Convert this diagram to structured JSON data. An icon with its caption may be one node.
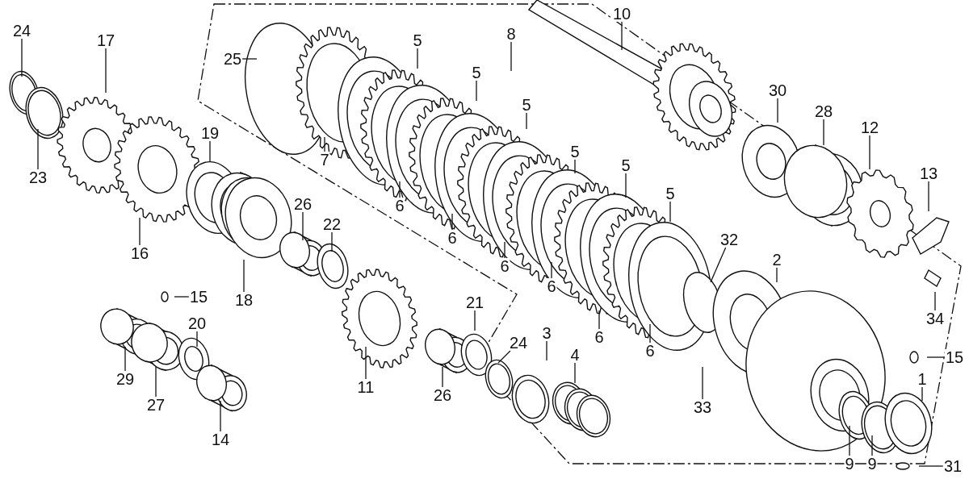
{
  "diagram": {
    "nodes": [
      {
        "text": [
          "10"
        ]
      },
      {
        "text": [
          "8"
        ]
      },
      {
        "text": [
          "24"
        ]
      },
      {
        "text": [
          "17"
        ]
      },
      {
        "text": [
          "5"
        ]
      },
      {
        "text": [
          "25"
        ]
      },
      {
        "text": [
          "5"
        ]
      },
      {
        "text": [
          "30"
        ]
      },
      {
        "text": [
          "5"
        ]
      },
      {
        "text": [
          "28"
        ]
      },
      {
        "text": [
          "12"
        ]
      },
      {
        "text": [
          "19"
        ]
      },
      {
        "text": [
          "7"
        ]
      },
      {
        "text": [
          "5"
        ]
      },
      {
        "text": [
          "5"
        ]
      },
      {
        "text": [
          "13"
        ]
      },
      {
        "text": [
          "23"
        ]
      },
      {
        "text": [
          "5"
        ]
      },
      {
        "text": [
          "26"
        ]
      },
      {
        "text": [
          "6"
        ]
      },
      {
        "text": [
          "22"
        ]
      },
      {
        "text": [
          "6"
        ]
      },
      {
        "text": [
          "32"
        ]
      },
      {
        "text": [
          "16"
        ]
      },
      {
        "text": [
          "2"
        ]
      },
      {
        "text": [
          "6"
        ]
      },
      {
        "text": [
          "6"
        ]
      },
      {
        "text": [
          "15"
        ]
      },
      {
        "text": [
          "18"
        ]
      },
      {
        "text": [
          "21"
        ]
      },
      {
        "text": [
          "34"
        ]
      },
      {
        "text": [
          "20"
        ]
      },
      {
        "text": [
          "3"
        ]
      },
      {
        "text": [
          "6"
        ]
      },
      {
        "text": [
          "24"
        ]
      },
      {
        "text": [
          "6"
        ]
      },
      {
        "text": [
          "4"
        ]
      },
      {
        "text": [
          "15"
        ]
      },
      {
        "text": [
          "29"
        ]
      },
      {
        "text": [
          "1"
        ]
      },
      {
        "text": [
          "11"
        ]
      },
      {
        "text": [
          "26"
        ]
      },
      {
        "text": [
          "27"
        ]
      },
      {
        "text": [
          "33"
        ]
      },
      {
        "text": [
          "14"
        ]
      },
      {
        "text": [
          "9"
        ]
      },
      {
        "text": [
          "9"
        ]
      },
      {
        "text": [
          "31"
        ]
      }
    ],
    "edges": [
      {
        "from": 0,
        "to": null,
        "arrow": "none"
      },
      {
        "from": 1,
        "to": null,
        "arrow": "none"
      },
      {
        "from": 2,
        "to": null,
        "arrow": "none"
      },
      {
        "from": 3,
        "to": null,
        "arrow": "none"
      },
      {
        "from": 4,
        "to": null,
        "arrow": "none"
      },
      {
        "from": 5,
        "to": null,
        "arrow": "none"
      },
      {
        "from": 6,
        "to": null,
        "arrow": "none"
      },
      {
        "from": 7,
        "to": null,
        "arrow": "none"
      },
      {
        "from": 8,
        "to": null,
        "arrow": "none"
      },
      {
        "from": 9,
        "to": null,
        "arrow": "none"
      },
      {
        "from": 10,
        "to": null,
        "arrow": "none"
      },
      {
        "from": 11,
        "to": null,
        "arrow": "none"
      },
      {
        "from": 12,
        "to": null,
        "arrow": "none"
      },
      {
        "from": 13,
        "to": null,
        "arrow": "none"
      },
      {
        "from": 14,
        "to": null,
        "arrow": "none"
      },
      {
        "from": 15,
        "to": null,
        "arrow": "none"
      },
      {
        "from": 16,
        "to": null,
        "arrow": "none"
      },
      {
        "from": 17,
        "to": null,
        "arrow": "none"
      },
      {
        "from": 18,
        "to": null,
        "arrow": "none"
      },
      {
        "from": 19,
        "to": null,
        "arrow": "none"
      },
      {
        "from": 20,
        "to": null,
        "arrow": "none"
      },
      {
        "from": 21,
        "to": null,
        "arrow": "none"
      },
      {
        "from": 22,
        "to": null,
        "arrow": "none"
      },
      {
        "from": 23,
        "to": null,
        "arrow": "none"
      },
      {
        "from": 24,
        "to": null,
        "arrow": "none"
      },
      {
        "from": 25,
        "to": null,
        "arrow": "none"
      },
      {
        "from": 26,
        "to": null,
        "arrow": "none"
      },
      {
        "from": 27,
        "to": null,
        "arrow": "none"
      },
      {
        "from": 28,
        "to": null,
        "arrow": "none"
      },
      {
        "from": 29,
        "to": null,
        "arrow": "none"
      },
      {
        "from": 30,
        "to": null,
        "arrow": "none"
      },
      {
        "from": 31,
        "to": null,
        "arrow": "none"
      },
      {
        "from": 32,
        "to": null,
        "arrow": "none"
      },
      {
        "from": 33,
        "to": null,
        "arrow": "none"
      },
      {
        "from": 34,
        "to": null,
        "arrow": "none"
      },
      {
        "from": 35,
        "to": null,
        "arrow": "none"
      },
      {
        "from": 36,
        "to": null,
        "arrow": "none"
      },
      {
        "from": 37,
        "to": null,
        "arrow": "none"
      },
      {
        "from": 38,
        "to": null,
        "arrow": "none"
      },
      {
        "from": 39,
        "to": null,
        "arrow": "none"
      },
      {
        "from": 40,
        "to": null,
        "arrow": "none"
      },
      {
        "from": 41,
        "to": null,
        "arrow": "none"
      },
      {
        "from": 42,
        "to": null,
        "arrow": "none"
      },
      {
        "from": 43,
        "to": null,
        "arrow": "none"
      },
      {
        "from": 44,
        "to": null,
        "arrow": "none"
      },
      {
        "from": 45,
        "to": null,
        "arrow": "none"
      },
      {
        "from": 46,
        "to": null,
        "arrow": "none"
      },
      {
        "from": 47,
        "to": null,
        "arrow": "none"
      }
    ]
  }
}
